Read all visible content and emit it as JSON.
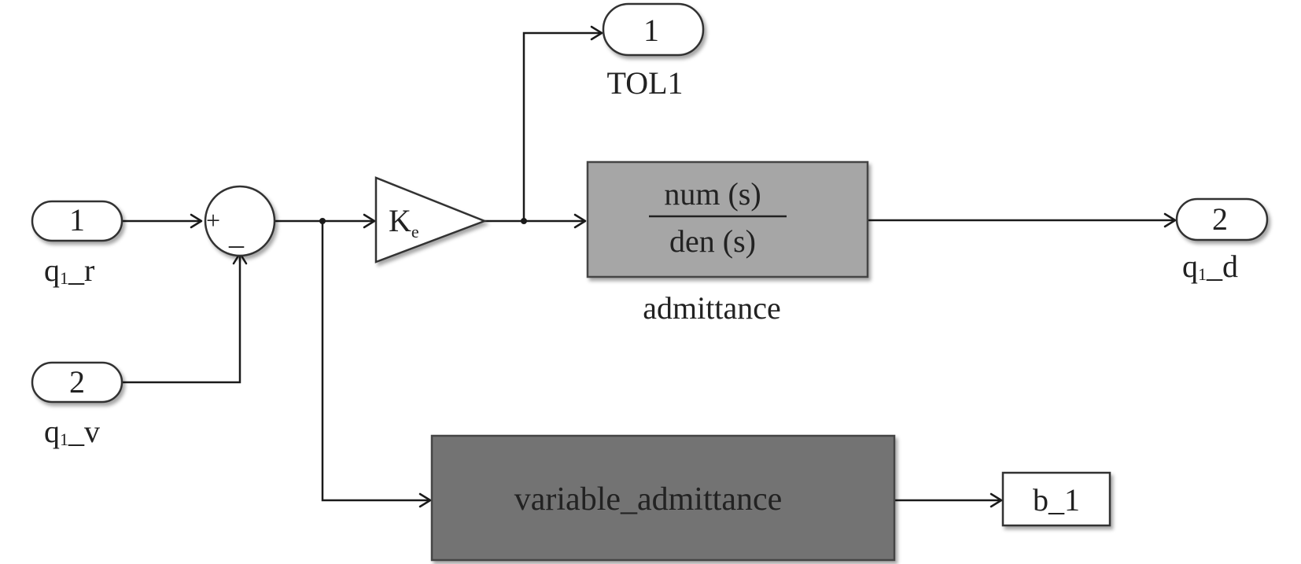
{
  "inport_1": {
    "number": "1",
    "label_main": "q",
    "label_sub": "1",
    "label_rest": "_r"
  },
  "inport_2": {
    "number": "2",
    "label_main": "q",
    "label_sub": "1",
    "label_rest": "_v"
  },
  "sum": {
    "plus": "+",
    "minus": "_"
  },
  "gain": {
    "main": "K",
    "sub": "e"
  },
  "outport_tol": {
    "number": "1",
    "label": "TOL1"
  },
  "transfer_fcn": {
    "numerator": "num (s)",
    "denominator": "den (s)",
    "label": "admittance"
  },
  "outport_2": {
    "number": "2",
    "label_main": "q",
    "label_sub": "1",
    "label_rest": "_d"
  },
  "subsystem": {
    "label": "variable_admittance"
  },
  "goto": {
    "label": "b_1"
  },
  "colors": {
    "transfer_fcn_fill": "#a6a6a6",
    "subsystem_fill": "#737373",
    "line": "#1a1a1a",
    "block_outline": "#333333"
  }
}
